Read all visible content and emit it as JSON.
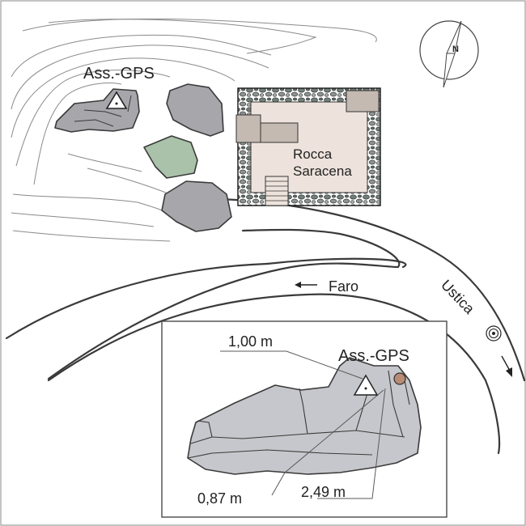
{
  "labels": {
    "gps_main": "Ass.-GPS",
    "fortress_line1": "Rocca",
    "fortress_line2": "Saracena",
    "road_faro": "Faro",
    "road_ustica": "Ustica",
    "inset_gps": "Ass.-GPS",
    "dist_1": "1,00 m",
    "dist_2": "0,87 m",
    "dist_3": "2,49 m",
    "north": "N"
  },
  "colors": {
    "rock_dark": "#a6a6ab",
    "rock_light": "#c6c7cc",
    "vegetation": "#a9c2a9",
    "building": "#ede3dc",
    "room": "#c4bab2",
    "wall_stone": "#6f7f79",
    "marker_brown": "#b98b74",
    "frame": "#4a4a4a"
  },
  "icons": {
    "north_arrow": "north-arrow-icon",
    "gps_marker": "triangle-survey-marker-icon",
    "reference_point": "circle-point-icon",
    "target": "concentric-target-icon"
  }
}
